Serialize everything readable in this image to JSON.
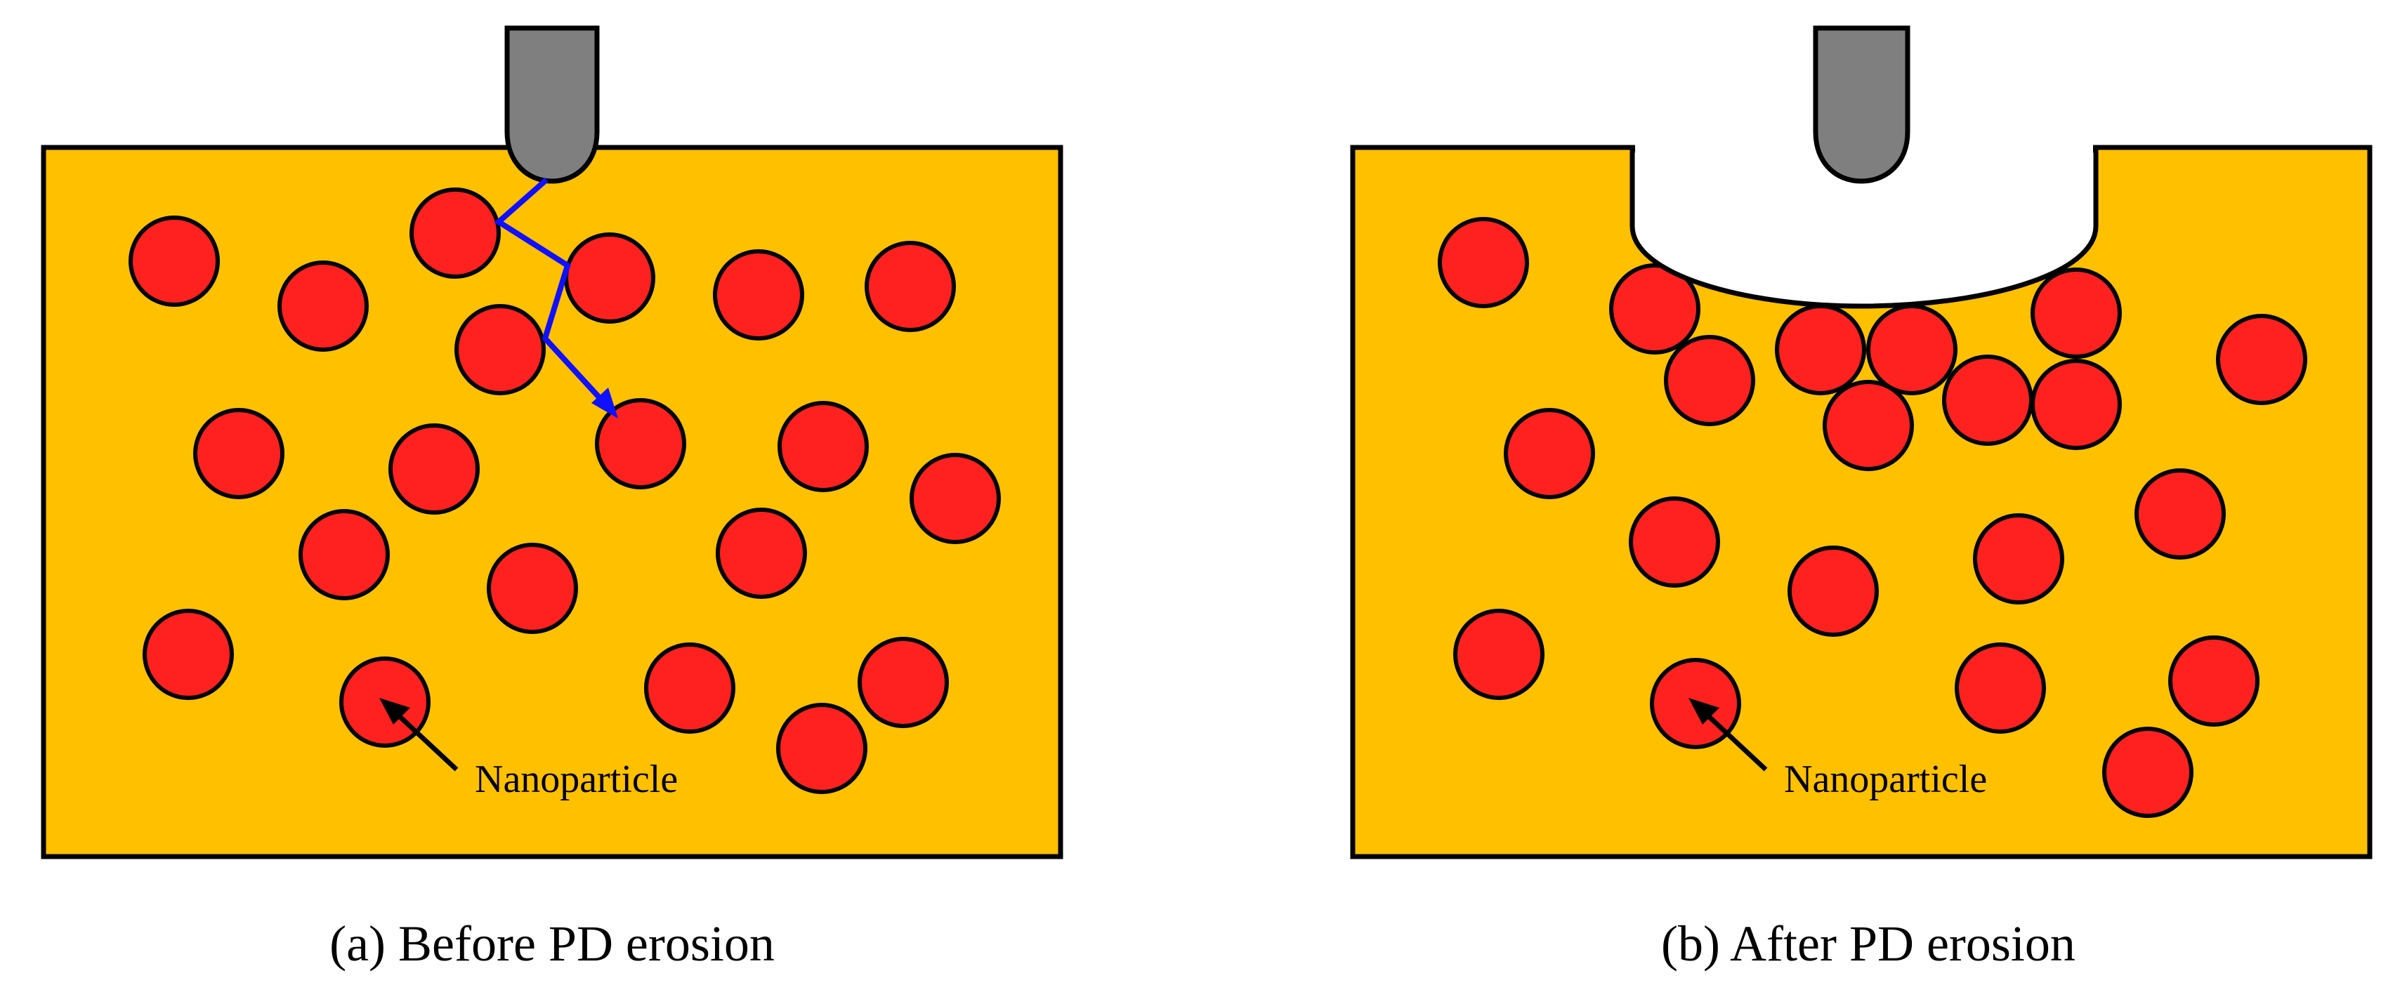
{
  "colors": {
    "matrix": "#FFC000",
    "particle": "#FF2020",
    "electrode": "#7F7F7F",
    "tree_path": "#1010FF",
    "cavity": "#FFFFFF",
    "outline": "#000000"
  },
  "panels": [
    {
      "id": "a",
      "caption": "(a) Before PD erosion",
      "nanoparticle_label": "Nanoparticle",
      "has_cavity": false,
      "has_tree_path": true
    },
    {
      "id": "b",
      "caption": "(b) After PD erosion",
      "nanoparticle_label": "Nanoparticle",
      "has_cavity": true,
      "has_tree_path": false
    }
  ]
}
